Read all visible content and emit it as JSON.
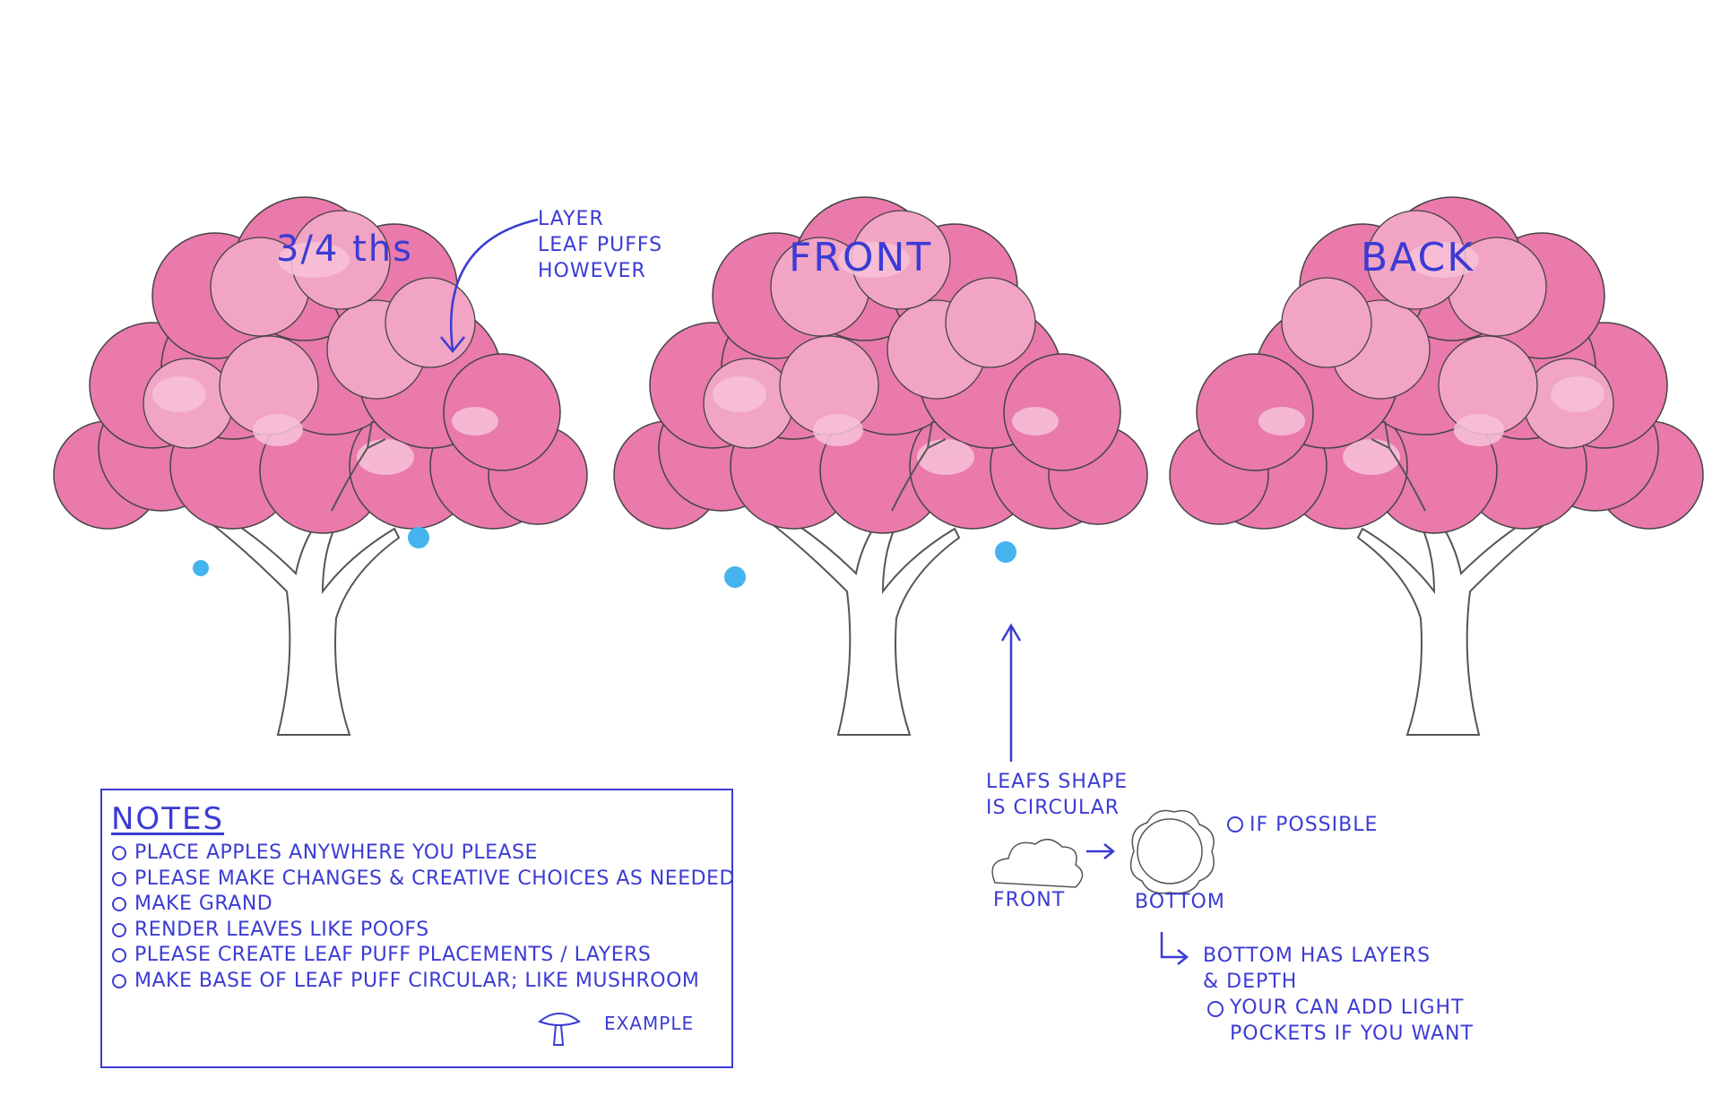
{
  "views": {
    "three_quarter": "3/4 ths",
    "front": "FRONT",
    "back": "BACK"
  },
  "annotations": {
    "layer_note": [
      "LAYER",
      "LEAF PUFFS",
      "HOWEVER"
    ],
    "leaf_shape": [
      "LEAFS SHAPE",
      "IS CIRCULAR"
    ],
    "front_label": "FRONT",
    "bottom_label": "BOTTOM",
    "if_possible": "IF POSSIBLE",
    "bottom_note": [
      "BOTTOM HAS LAYERS",
      "& DEPTH"
    ],
    "light_pockets": [
      "YOUR CAN ADD LIGHT",
      "POCKETS IF YOU WANT"
    ]
  },
  "notes": {
    "title": "NOTES",
    "items": [
      "PLACE APPLES ANYWHERE YOU PLEASE",
      "PLEASE MAKE CHANGES & CREATIVE CHOICES AS NEEDED",
      "MAKE GRAND",
      "RENDER LEAVES LIKE POOFS",
      "PLEASE CREATE LEAF PUFF PLACEMENTS / LAYERS",
      "MAKE BASE OF LEAF PUFF CIRCULAR; LIKE MUSHROOM"
    ],
    "example_label": "EXAMPLE"
  },
  "colors": {
    "ink": "#3b3bd4",
    "foliage_dark": "#e97aab",
    "foliage_light": "#f2a4c4",
    "highlight": "#f7c2d8",
    "apple": "#45b4ee",
    "trunk_line": "#555555"
  },
  "icons": [
    "flower-bullet-icon",
    "mushroom-icon",
    "arrow-icon",
    "tree-illustration"
  ]
}
